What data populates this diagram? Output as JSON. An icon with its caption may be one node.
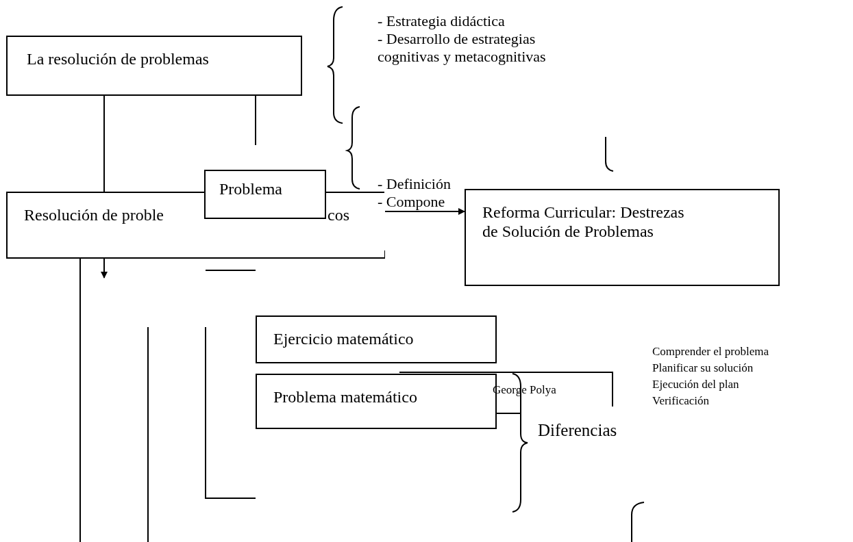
{
  "diagram": {
    "nodes": [
      {
        "text": [
          "La resolución de problemas"
        ]
      },
      {
        "text": [
          "Resolución de proble",
          "cos"
        ]
      },
      {
        "text": [
          "Problema"
        ]
      },
      {
        "text": [
          "- Definición",
          "- Compone"
        ]
      },
      {
        "text": [
          "Reforma Curricular: Destrezas de Solución de Problemas"
        ]
      },
      {
        "text": [
          "Ejercicio matemático"
        ]
      },
      {
        "text": [
          "Problema matemático"
        ]
      },
      {
        "text": [],
        "shape": "brace"
      }
    ],
    "edges": [
      {
        "from": 0,
        "to": 1,
        "arrow": "to"
      },
      {
        "from": 3,
        "to": 4,
        "arrow": "to"
      },
      {
        "from": 6,
        "to": 7,
        "arrow": "none"
      }
    ],
    "labels": [
      "- Estrategia didáctica",
      "- Desarrollo de estrategias cognitivas y metacognitivas",
      "George Polya",
      "Diferencias",
      "Comprender el problema",
      "Planificar su solución",
      "Ejecución del plan",
      "Verificación"
    ]
  }
}
